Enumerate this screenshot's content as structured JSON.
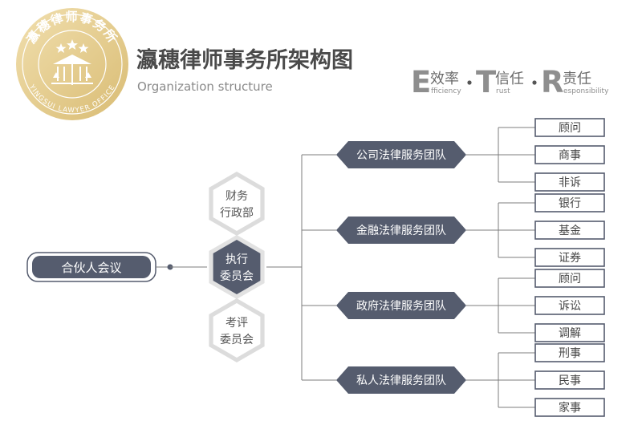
{
  "header": {
    "title": "瀛穗律师事务所架构图",
    "subtitle": "Organization structure"
  },
  "logo": {
    "ring_text": "瀛穗律师事务所",
    "ring_text_en": "YINGSUI LAWYER OFFICE"
  },
  "slogan": [
    {
      "letter": "E",
      "word": "效率",
      "small": "fficiency"
    },
    {
      "letter": "T",
      "word": "信任",
      "small": "rust"
    },
    {
      "letter": "R",
      "word": "责任",
      "small": "esponsibility"
    }
  ],
  "chart": {
    "root": "合伙人会议",
    "committees": [
      {
        "line1": "财务",
        "line2": "行政部",
        "active": false
      },
      {
        "line1": "执行",
        "line2": "委员会",
        "active": true
      },
      {
        "line1": "考评",
        "line2": "委员会",
        "active": false
      }
    ],
    "teams": [
      {
        "name": "公司法律服务团队",
        "items": [
          "顾问",
          "商事",
          "非诉"
        ]
      },
      {
        "name": "金融法律服务团队",
        "items": [
          "银行",
          "基金",
          "证券"
        ]
      },
      {
        "name": "政府法律服务团队",
        "items": [
          "顾问",
          "诉讼",
          "调解"
        ]
      },
      {
        "name": "私人法律服务团队",
        "items": [
          "刑事",
          "民事",
          "家事"
        ]
      }
    ]
  },
  "colors": {
    "dark": "#555c6e",
    "line": "#7c7c7c",
    "gold": "#e3cb8e",
    "hex_light": "#dcdcdc"
  }
}
